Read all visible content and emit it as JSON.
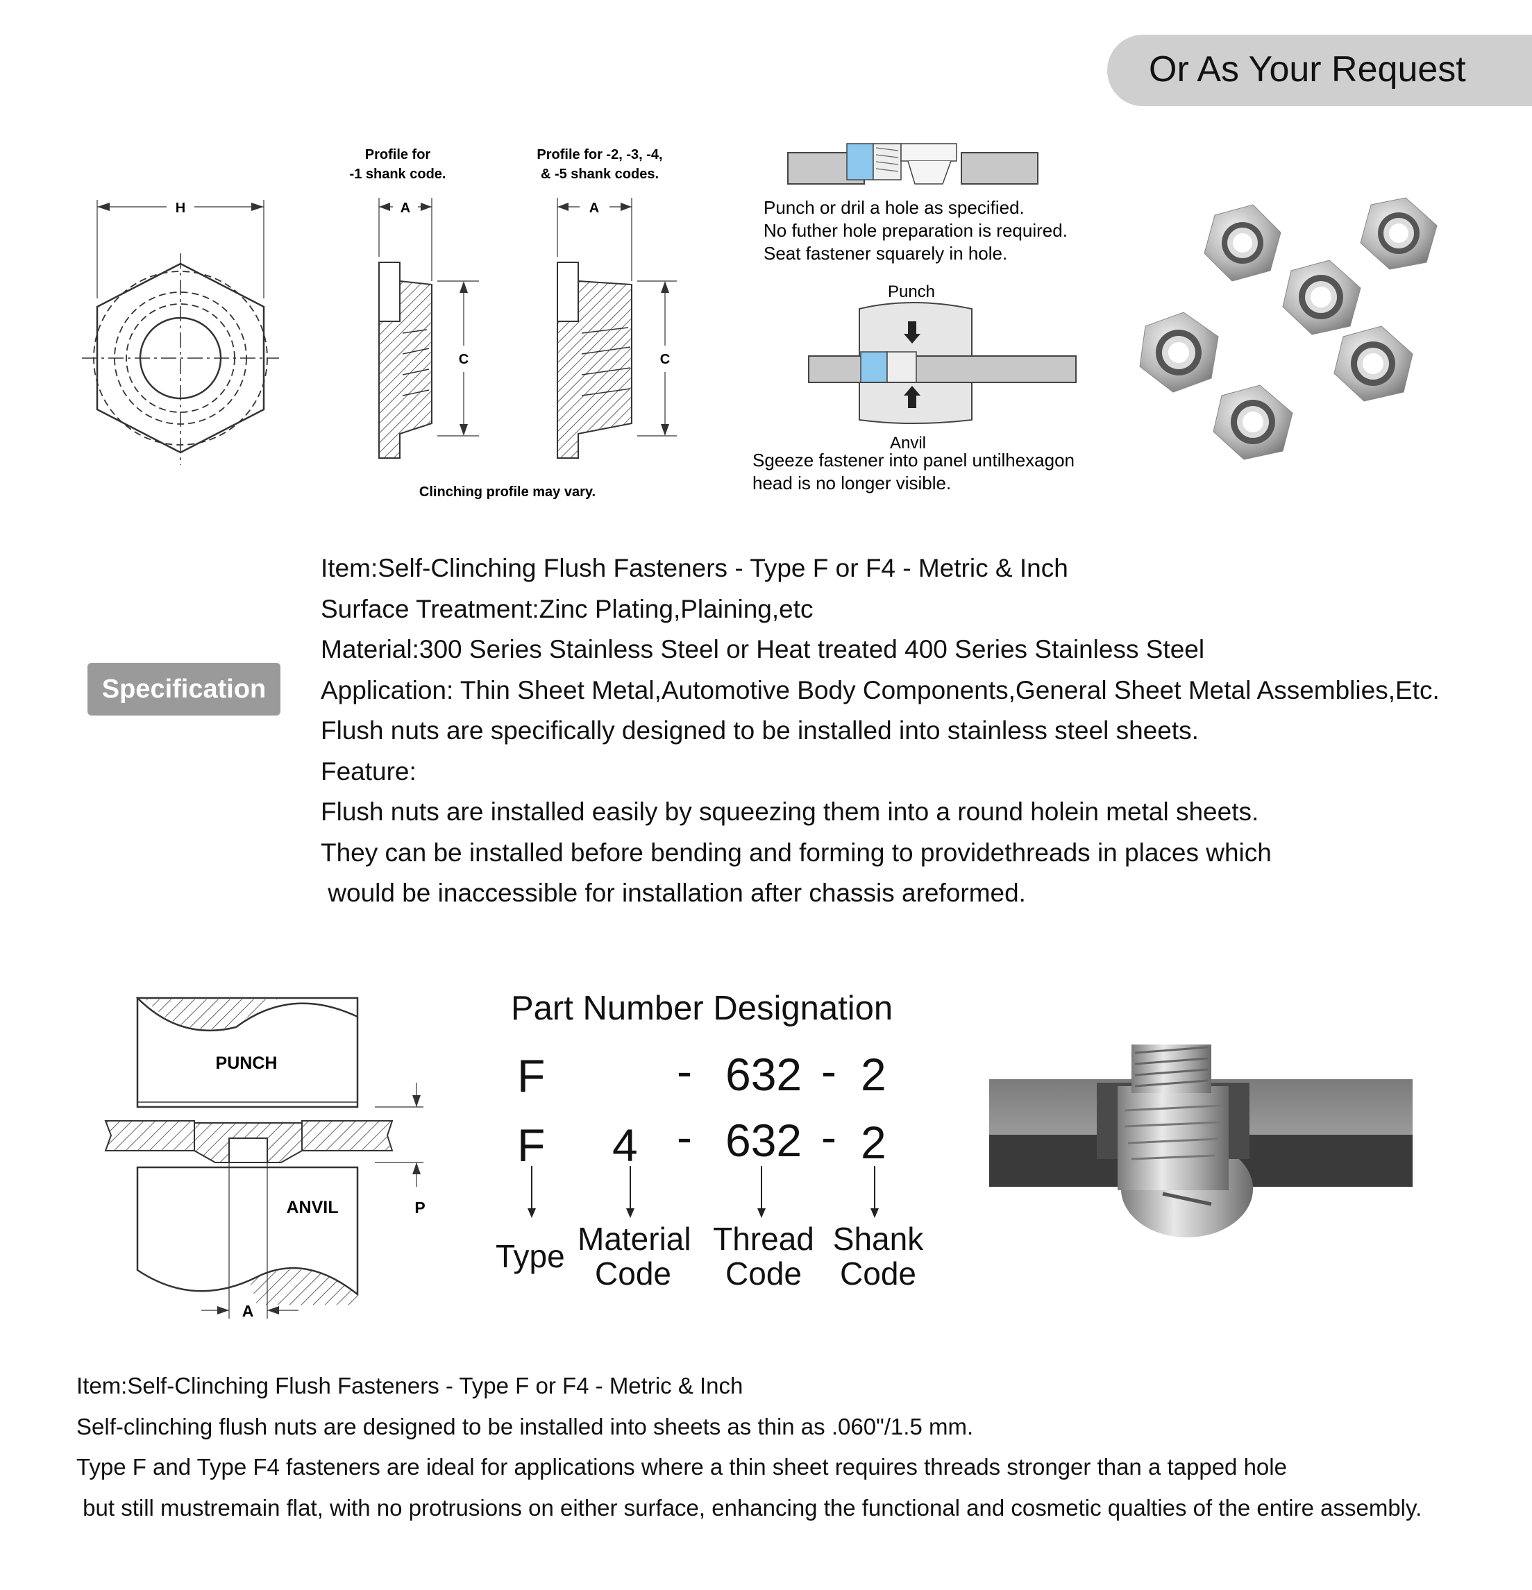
{
  "header": {
    "request_label": "Or As Your Request"
  },
  "drawing": {
    "hex_dim": "H",
    "profile1_title_line1": "Profile for",
    "profile1_title_line2": "-1 shank code.",
    "profile2_title_line1": "Profile for -2, -3, -4,",
    "profile2_title_line2": "& -5 shank codes.",
    "dim_a": "A",
    "dim_c": "C",
    "clinch_note": "Clinching profile may vary."
  },
  "install_steps": {
    "step1_line1": "Punch or dril a hole as specified.",
    "step1_line2": "No futher hole preparation is required.",
    "step1_line3": "Seat fastener squarely in hole.",
    "punch_label": "Punch",
    "anvil_label": "Anvil",
    "step2_line1": "Sgeeze fastener into panel untilhexagon",
    "step2_line2": "head is no longer visible."
  },
  "specification": {
    "badge": "Specification",
    "lines": [
      "Item:Self-Clinching Flush Fasteners - Type F or F4 - Metric & Inch",
      "Surface Treatment:Zinc Plating,Plaining,etc",
      "Material:300 Series Stainless Steel or Heat treated 400 Series Stainless Steel",
      "Application: Thin Sheet Metal,Automotive Body Components,General Sheet Metal Assemblies,Etc.",
      "Flush nuts are specifically designed to be installed into stainless steel sheets.",
      "Feature:",
      "Flush nuts are installed easily by squeezing them into a round holein metal sheets.",
      "They can be installed before bending and forming to providethreads in places which",
      " would be inaccessible for installation after chassis areformed."
    ]
  },
  "press_diagram": {
    "punch": "PUNCH",
    "anvil": "ANVIL",
    "p": "P",
    "a": "A"
  },
  "part_number": {
    "title": "Part Number Designation",
    "row1": {
      "type": "F",
      "dash1": "-",
      "thread": "632",
      "dash2": "-",
      "shank": "2"
    },
    "row2": {
      "type": "F",
      "material": "4",
      "dash1": "-",
      "thread": "632",
      "dash2": "-",
      "shank": "2"
    },
    "labels": {
      "type": "Type",
      "material_1": "Material",
      "material_2": "Code",
      "thread_1": "Thread",
      "thread_2": "Code",
      "shank_1": "Shank",
      "shank_2": "Code"
    }
  },
  "bottom_text": {
    "lines": [
      "Item:Self-Clinching Flush Fasteners - Type F or F4 - Metric & Inch",
      "Self-clinching flush nuts are designed to be installed into sheets as thin as .060\"/1.5 mm.",
      "Type F and Type F4 fasteners are ideal for applications where a thin sheet requires threads stronger than a tapped hole",
      " but still mustremain flat, with no protrusions on either surface, enhancing the functional and cosmetic qualties of the entire assembly."
    ]
  }
}
